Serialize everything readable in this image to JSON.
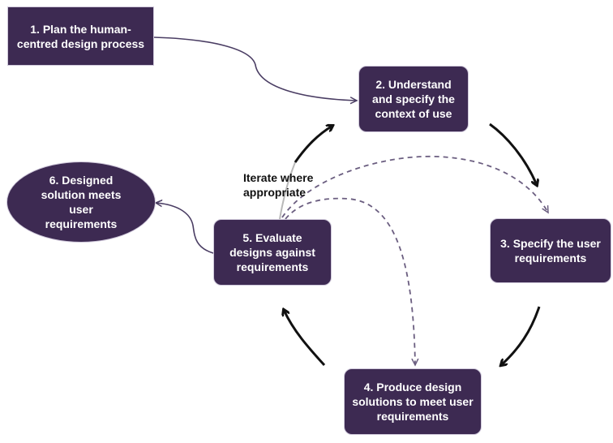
{
  "diagram": {
    "title": "Human-centred design process",
    "colors": {
      "node_fill": "#3d2a52",
      "node_text": "#ffffff",
      "arrow_solid": "#111111",
      "arrow_dashed": "#6b5e80",
      "connector": "#4a3d63"
    },
    "nodes": [
      {
        "id": "plan",
        "label": "1. Plan the human-centred design process",
        "shape": "rectangle"
      },
      {
        "id": "context",
        "label": "2. Understand and specify the context of use",
        "shape": "rounded-rectangle"
      },
      {
        "id": "requirements",
        "label": "3. Specify the user requirements",
        "shape": "rounded-rectangle"
      },
      {
        "id": "produce",
        "label": "4. Produce design solutions to meet user requirements",
        "shape": "rounded-rectangle"
      },
      {
        "id": "evaluate",
        "label": "5. Evaluate designs against requirements",
        "shape": "rounded-rectangle"
      },
      {
        "id": "designed",
        "label": "6. Designed solution meets user requirements",
        "shape": "ellipse"
      }
    ],
    "iterate_label": "Iterate where appropriate",
    "edges": [
      {
        "from": "plan",
        "to": "context",
        "style": "thin-curved"
      },
      {
        "from": "context",
        "to": "requirements",
        "style": "solid-bold"
      },
      {
        "from": "requirements",
        "to": "produce",
        "style": "solid-bold"
      },
      {
        "from": "produce",
        "to": "evaluate",
        "style": "solid-bold"
      },
      {
        "from": "evaluate",
        "to": "context",
        "style": "solid-bold"
      },
      {
        "from": "evaluate",
        "to": "requirements",
        "style": "dashed"
      },
      {
        "from": "evaluate",
        "to": "produce",
        "style": "dashed"
      },
      {
        "from": "evaluate",
        "to": "designed",
        "style": "thin-curved"
      }
    ]
  }
}
